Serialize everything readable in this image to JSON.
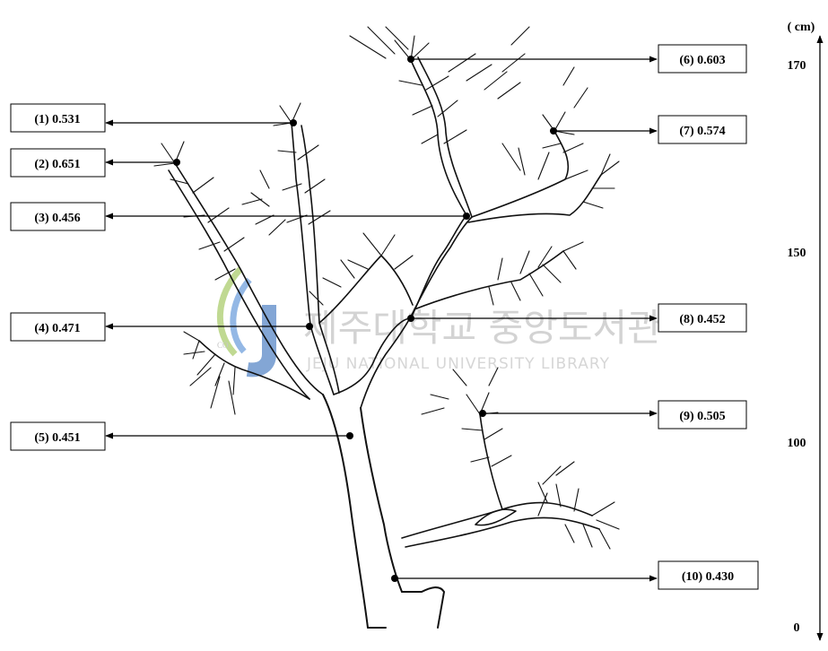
{
  "labels": [
    {
      "num": "(1)",
      "value": "0.531",
      "text": "(1) 0.531"
    },
    {
      "num": "(2)",
      "value": "0.651",
      "text": "(2) 0.651"
    },
    {
      "num": "(3)",
      "value": "0.456",
      "text": "(3) 0.456"
    },
    {
      "num": "(4)",
      "value": "0.471",
      "text": "(4) 0.471"
    },
    {
      "num": "(5)",
      "value": "0.451",
      "text": "(5) 0.451"
    },
    {
      "num": "(6)",
      "value": "0.603",
      "text": "(6) 0.603"
    },
    {
      "num": "(7)",
      "value": "0.574",
      "text": "(7) 0.574"
    },
    {
      "num": "(8)",
      "value": "0.452",
      "text": "(8) 0.452"
    },
    {
      "num": "(9)",
      "value": "0.505",
      "text": "(9) 0.505"
    },
    {
      "num": "(10)",
      "value": "0.430",
      "text": "(10) 0.430"
    }
  ],
  "height_axis": {
    "unit": "( cm)",
    "ticks": [
      "170",
      "150",
      "100",
      "0"
    ]
  },
  "watermark": {
    "korean": "제주대학교 중앙도서관",
    "english": "JEJU NATIONAL UNIVERSITY LIBRARY"
  },
  "colors": {
    "ink": "#000000",
    "watermark_blue": "#1f5fb3",
    "watermark_gray": "#9a9a9a",
    "watermark_green": "#8dbb3a"
  }
}
